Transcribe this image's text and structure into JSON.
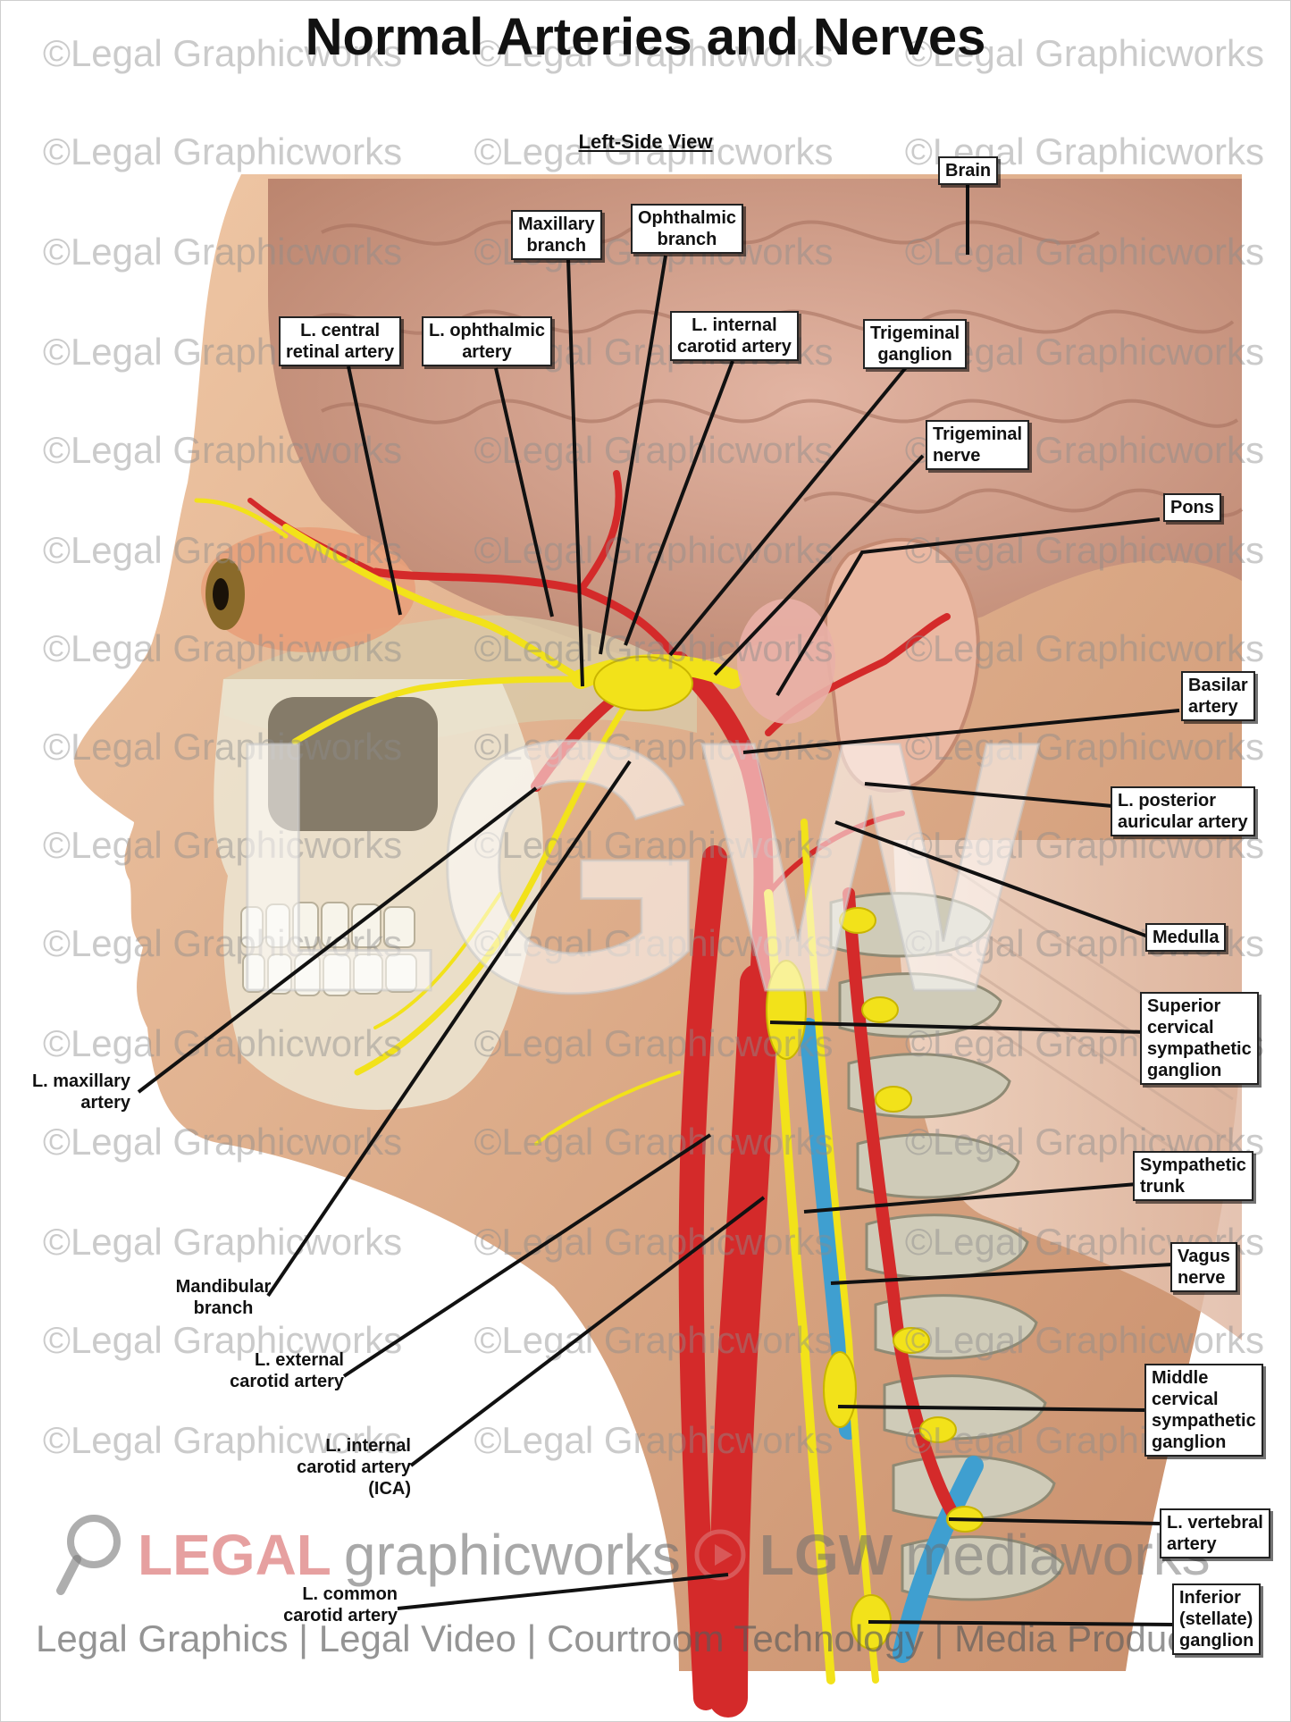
{
  "title": "Normal Arteries and Nerves",
  "subtitle": "Left-Side View",
  "labels": {
    "brain": "Brain",
    "maxillary_branch": "Maxillary\nbranch",
    "ophthalmic_branch": "Ophthalmic\nbranch",
    "central_retinal_artery": "L. central\nretinal artery",
    "ophthalmic_artery": "L. ophthalmic\nartery",
    "internal_carotid_top": "L. internal\ncarotid artery",
    "trigeminal_ganglion": "Trigeminal\nganglion",
    "trigeminal_nerve": "Trigeminal\nnerve",
    "pons": "Pons",
    "basilar_artery": "Basilar\nartery",
    "posterior_auricular_artery": "L. posterior\nauricular artery",
    "medulla": "Medulla",
    "superior_cervical_ganglion": "Superior\ncervical\nsympathetic\nganglion",
    "sympathetic_trunk": "Sympathetic\ntrunk",
    "vagus_nerve": "Vagus\nnerve",
    "middle_cervical_ganglion": "Middle\ncervical\nsympathetic\nganglion",
    "vertebral_artery": "L. vertebral\nartery",
    "inferior_stellate_ganglion": "Inferior\n(stellate)\nganglion",
    "maxillary_artery": "L. maxillary\nartery",
    "mandibular_branch": "Mandibular\nbranch",
    "external_carotid_artery": "L. external\ncarotid artery",
    "internal_carotid_ica": "L. internal\ncarotid artery\n(ICA)",
    "common_carotid_artery": "L. common\ncarotid artery"
  },
  "watermark": {
    "text": "©Legal Graphicworks",
    "big_mark": "LGW",
    "brand_legal": "LEGAL",
    "brand_graphicworks": "graphicworks",
    "brand_lgw": "LGW",
    "brand_mediaworks": "mediaworks",
    "tagline": "Legal Graphics | Legal Video | Courtroom Technology | Media Production"
  },
  "colors": {
    "artery": "#d42a2a",
    "nerve": "#f2e21a",
    "vein": "#3f9fd0",
    "skin": "#e3b28e",
    "bone": "#e8e2cf",
    "brain": "#d8a38f"
  }
}
